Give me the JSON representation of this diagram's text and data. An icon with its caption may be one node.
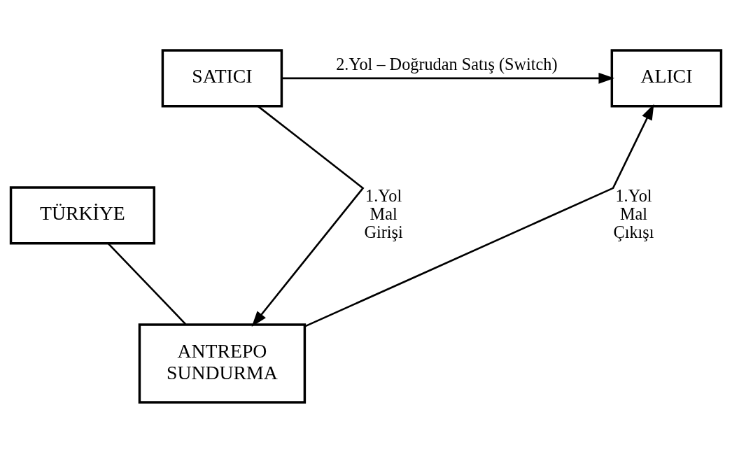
{
  "diagram": {
    "nodes": [
      {
        "text": [
          "SATICI"
        ]
      },
      {
        "text": [
          "ALICI"
        ]
      },
      {
        "text": [
          "TÜRKİYE"
        ]
      },
      {
        "text": [
          "ANTREPO SUNDURMA"
        ]
      }
    ],
    "edges": [
      {
        "from": 0,
        "to": 1,
        "arrow": "to",
        "label": "2.Yol – Doğrudan Satış (Switch)"
      },
      {
        "from": 0,
        "to": 3,
        "arrow": "to",
        "label": "1.Yol Mal Girişi"
      },
      {
        "from": 3,
        "to": 1,
        "arrow": "to",
        "label": "1.Yol Mal Çıkışı"
      },
      {
        "from": 2,
        "to": 3,
        "arrow": "none"
      }
    ]
  }
}
